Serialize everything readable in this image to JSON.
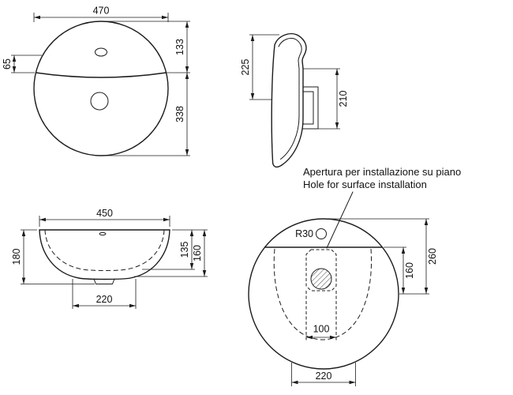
{
  "drawing": {
    "annotation": {
      "line1": "Apertura per installazione su piano",
      "line2": "Hole for surface installation"
    },
    "plan_view": {
      "width": "470",
      "tap_offset": "65",
      "rim_depth": "133",
      "bowl_depth": "338"
    },
    "side_view": {
      "front_height": "225",
      "back_height": "210"
    },
    "front_view": {
      "width": "450",
      "total_height": "180",
      "inner_depth": "135",
      "outer_depth": "160",
      "base_width": "220"
    },
    "bottom_view": {
      "corner_radius": "R30",
      "hole_depth": "160",
      "center_depth": "260",
      "hole_width": "100",
      "base_width": "220"
    }
  }
}
